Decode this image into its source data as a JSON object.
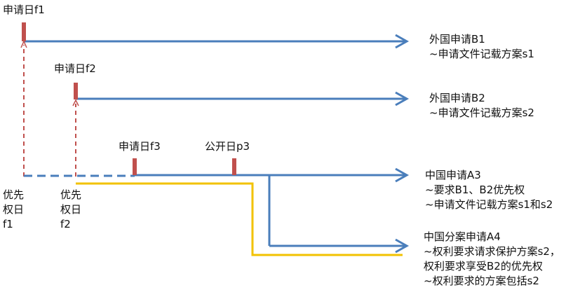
{
  "colors": {
    "blue": "#4a7ebb",
    "red": "#c0504d",
    "yellow": "#f2c200",
    "text": "#111111"
  },
  "labels": {
    "f1_date": "申请日f1",
    "f2_date": "申请日f2",
    "f3_date": "申请日f3",
    "p3_date": "公开日p3",
    "priority_f1": [
      "优先",
      "权日",
      "f1"
    ],
    "priority_f2": [
      "优先",
      "权日",
      "f2"
    ]
  },
  "notes": {
    "b1": [
      "外国申请B1",
      "~申请文件记载方案s1"
    ],
    "b2": [
      "外国申请B2",
      "~申请文件记载方案s2"
    ],
    "a3": [
      "中国申请A3",
      "~要求B1、B2优先权",
      "~申请文件记载方案s1和s2"
    ],
    "a4": [
      "中国分案申请A4",
      "~权利要求请求保护方案s2，",
      "权利要求享受B2的优先权",
      "~权利要求的方案包括s2"
    ]
  }
}
